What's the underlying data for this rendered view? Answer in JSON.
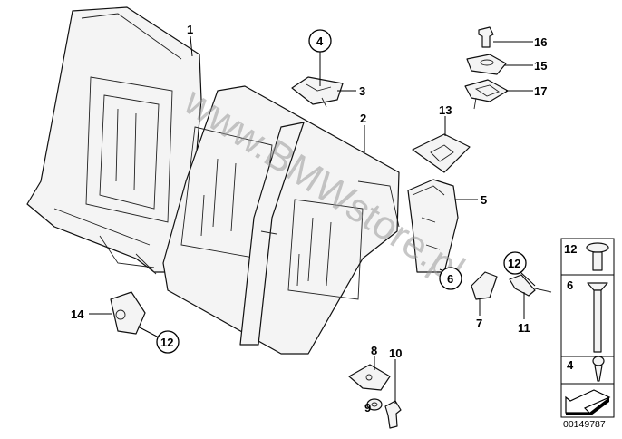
{
  "diagram": {
    "callouts": [
      {
        "id": "1",
        "circled": false
      },
      {
        "id": "2",
        "circled": false
      },
      {
        "id": "3",
        "circled": false
      },
      {
        "id": "4",
        "circled": true
      },
      {
        "id": "5",
        "circled": false
      },
      {
        "id": "6",
        "circled": true
      },
      {
        "id": "7",
        "circled": false
      },
      {
        "id": "8",
        "circled": false
      },
      {
        "id": "9",
        "circled": false
      },
      {
        "id": "10",
        "circled": false
      },
      {
        "id": "11",
        "circled": false
      },
      {
        "id": "12",
        "circled": true
      },
      {
        "id": "12",
        "circled": true
      },
      {
        "id": "13",
        "circled": false
      },
      {
        "id": "14",
        "circled": false
      },
      {
        "id": "15",
        "circled": false
      },
      {
        "id": "16",
        "circled": false
      },
      {
        "id": "17",
        "circled": false
      }
    ],
    "legend": [
      {
        "id": "12",
        "icon": "pan-head-screw-icon"
      },
      {
        "id": "6",
        "icon": "countersunk-bolt-icon"
      },
      {
        "id": "4",
        "icon": "self-tapping-screw-icon"
      },
      {
        "id": "",
        "icon": "direction-arrow-icon"
      }
    ],
    "diagram_code": "00149787",
    "watermark": "www.BMWstore.pl"
  }
}
